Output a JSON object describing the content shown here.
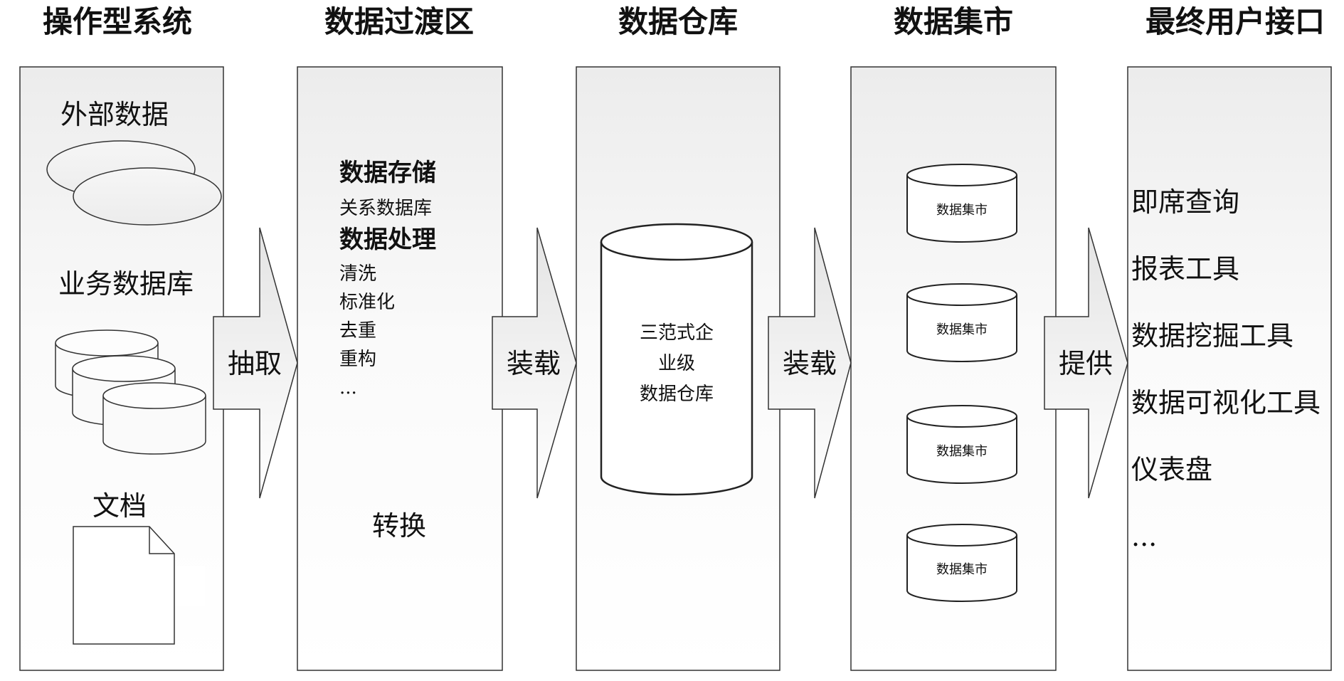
{
  "columns": {
    "c1": {
      "header": "操作型系统",
      "external": "外部数据",
      "business_db": "业务数据库",
      "doc": "文档"
    },
    "c2": {
      "header": "数据过渡区",
      "storage_title": "数据存储",
      "relational_db": "关系数据库",
      "process_title": "数据处理",
      "steps": [
        "清洗",
        "标准化",
        "去重",
        "重构",
        "..."
      ],
      "transform": "转换"
    },
    "c3": {
      "header": "数据仓库",
      "dw_lines": [
        "三范式企",
        "业级",
        "数据仓库"
      ]
    },
    "c4": {
      "header": "数据集市",
      "marts": [
        "数据集市",
        "数据集市",
        "数据集市",
        "数据集市"
      ]
    },
    "c5": {
      "header": "最终用户接口",
      "items": [
        "即席查询",
        "报表工具",
        "数据挖掘工具",
        "数据可视化工具",
        "仪表盘",
        "..."
      ]
    }
  },
  "arrows": [
    "抽取",
    "装载",
    "装载",
    "提供"
  ]
}
